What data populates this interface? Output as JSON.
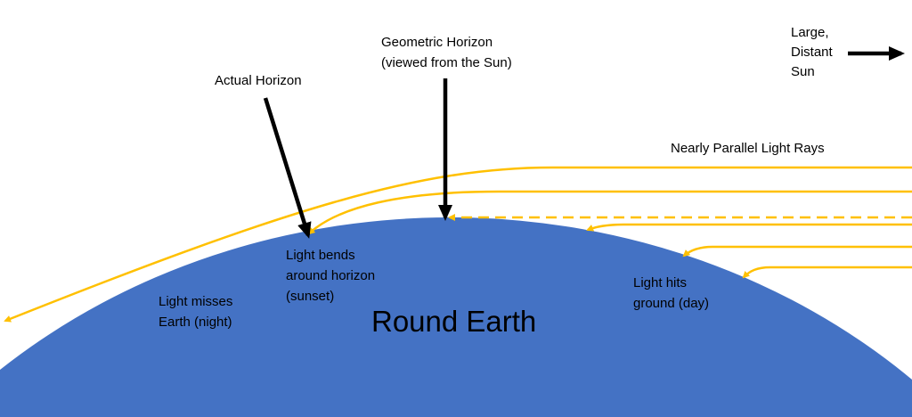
{
  "labels": {
    "actual_horizon": "Actual Horizon",
    "geometric_horizon_1": "Geometric Horizon",
    "geometric_horizon_2": "(viewed from the Sun)",
    "sun_1": "Large,",
    "sun_2": "Distant",
    "sun_3": "Sun",
    "rays": "Nearly Parallel Light Rays",
    "bends_1": "Light bends",
    "bends_2": "around horizon",
    "bends_3": "(sunset)",
    "misses_1": "Light misses",
    "misses_2": "Earth (night)",
    "earth": "Round Earth",
    "hits_1": "Light hits",
    "hits_2": "ground (day)"
  },
  "colors": {
    "earth": "#4472C4",
    "ray": "#FFC000",
    "arrow": "#000000"
  }
}
